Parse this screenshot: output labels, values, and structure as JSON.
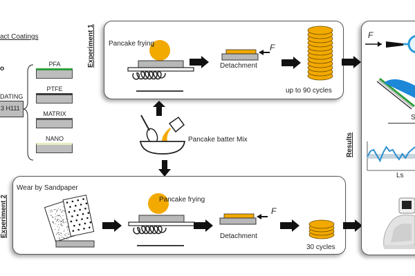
{
  "coatings": {
    "title": "Contact Coatings",
    "title_visible": "act Coatings",
    "substrate_label_visible": "DATING",
    "substrate_code_visible": "3 H111",
    "items": [
      {
        "name": "PFA",
        "color": "#2e9e3a"
      },
      {
        "name": "PTFE",
        "color": "#3a3a3a"
      },
      {
        "name": "MATRIX",
        "color": "#5a5a5a"
      },
      {
        "name": "NANO",
        "color": "#e8ecc0"
      }
    ]
  },
  "experiment1": {
    "label": "Experiment 1",
    "step1": "Pancake frying",
    "step2": "Detachment",
    "force": "F",
    "result": "up to 90 cycles"
  },
  "mix": {
    "label": "Pancake batter Mix"
  },
  "experiment2": {
    "label": "Experiment 2",
    "step0": "Wear by Sandpaper",
    "step1": "Pancake frying",
    "step2": "Detachment",
    "force": "F",
    "result": "30 cycles"
  },
  "results": {
    "label": "Results",
    "force": "F",
    "contact_angle_label_visible": "S",
    "roughness_label": "Ls"
  },
  "colors": {
    "pancake": "#f2a900",
    "plate": "#b8b8b8",
    "water": "#1e88d8",
    "profile": "#2a8fd0"
  }
}
